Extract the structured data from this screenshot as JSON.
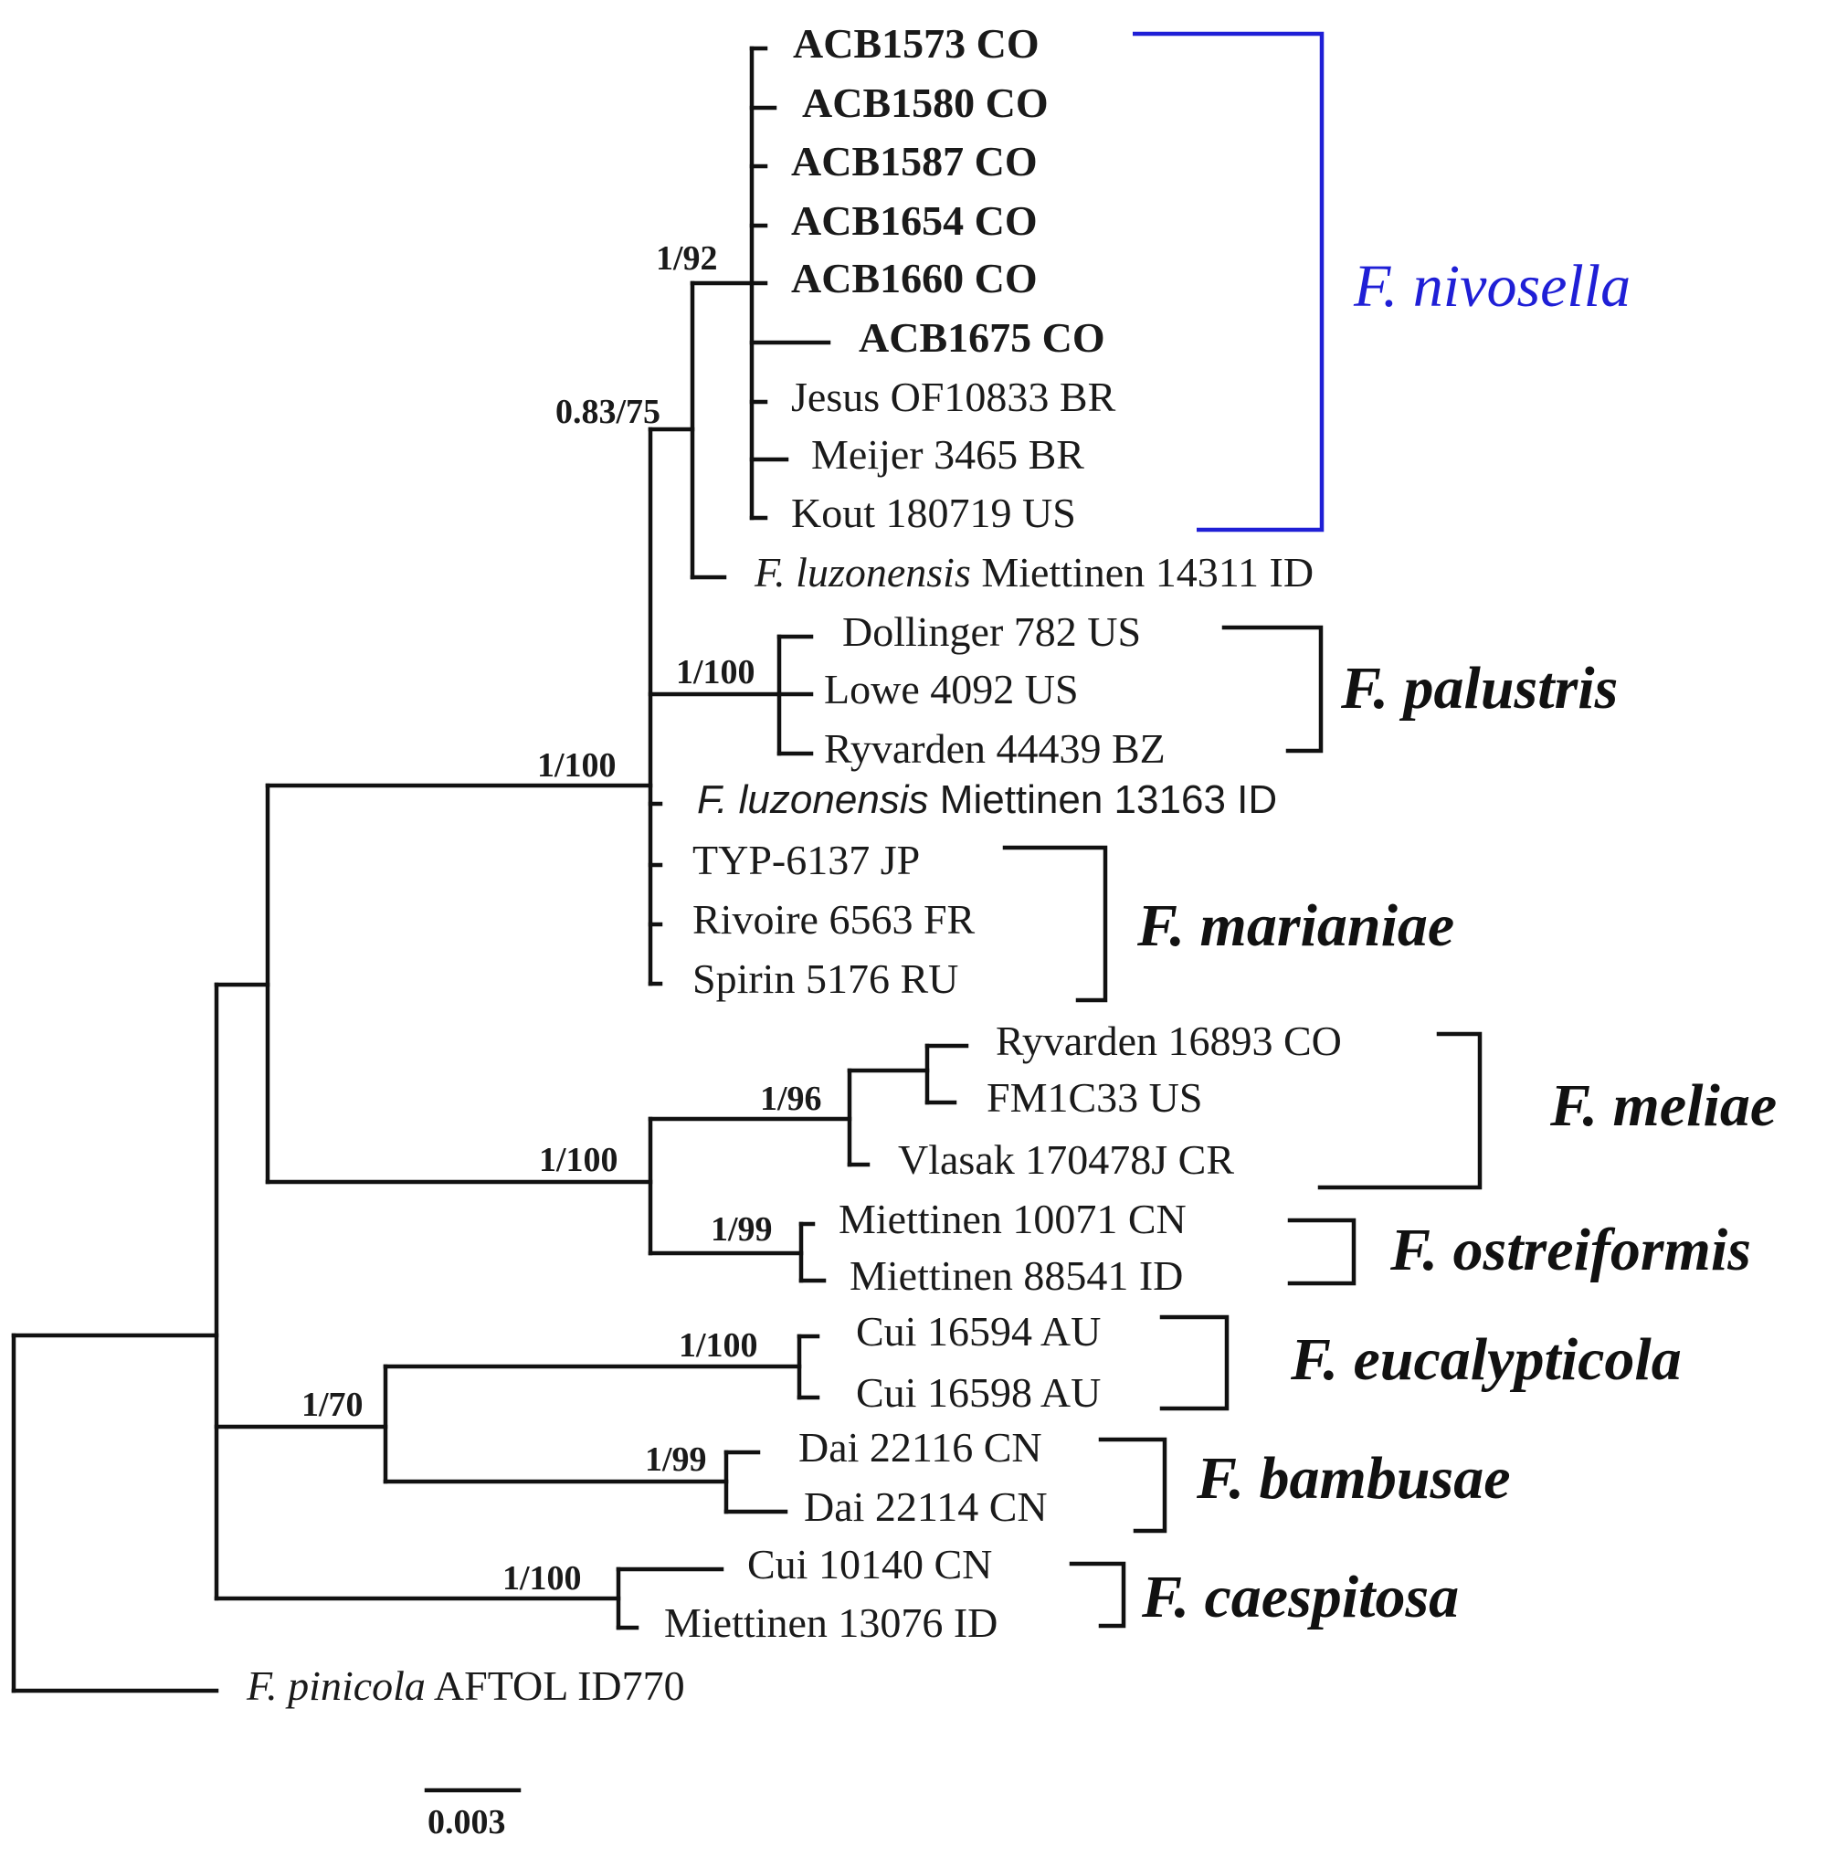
{
  "colors": {
    "branch": "#111111",
    "text": "#1a1a1a",
    "highlight": "#1f1fd6"
  },
  "taxa": {
    "t1": {
      "species": "",
      "label": "ACB1573 CO"
    },
    "t2": {
      "species": "",
      "label": "ACB1580 CO"
    },
    "t3": {
      "species": "",
      "label": "ACB1587 CO"
    },
    "t4": {
      "species": "",
      "label": "ACB1654 CO"
    },
    "t5": {
      "species": "",
      "label": "ACB1660 CO"
    },
    "t6": {
      "species": "",
      "label": "ACB1675 CO"
    },
    "t7": {
      "species": "",
      "label": "Jesus OF10833 BR"
    },
    "t8": {
      "species": "",
      "label": "Meijer 3465 BR"
    },
    "t9": {
      "species": "",
      "label": "Kout 180719 US"
    },
    "t10": {
      "species": "F. luzonensis",
      "label": "Miettinen 14311 ID"
    },
    "t11": {
      "species": "",
      "label": "Dollinger 782 US"
    },
    "t12": {
      "species": "",
      "label": "Lowe 4092 US"
    },
    "t13": {
      "species": "",
      "label": "Ryvarden 44439 BZ"
    },
    "t14": {
      "species": "F. luzonensis",
      "label": "Miettinen 13163 ID"
    },
    "t15": {
      "species": "",
      "label": "TYP-6137 JP"
    },
    "t16": {
      "species": "",
      "label": "Rivoire 6563 FR"
    },
    "t17": {
      "species": "",
      "label": "Spirin 5176 RU"
    },
    "t18": {
      "species": "",
      "label": "Ryvarden 16893 CO"
    },
    "t19": {
      "species": "",
      "label": "FM1C33 US"
    },
    "t20": {
      "species": "",
      "label": "Vlasak 170478J CR"
    },
    "t21": {
      "species": "",
      "label": "Miettinen 10071 CN"
    },
    "t22": {
      "species": "",
      "label": "Miettinen 88541 ID"
    },
    "t23": {
      "species": "",
      "label": "Cui 16594 AU"
    },
    "t24": {
      "species": "",
      "label": "Cui 16598 AU"
    },
    "t25": {
      "species": "",
      "label": "Dai 22116 CN"
    },
    "t26": {
      "species": "",
      "label": "Dai 22114 CN"
    },
    "t27": {
      "species": "",
      "label": "Cui 10140 CN"
    },
    "t28": {
      "species": "",
      "label": "Miettinen 13076 ID"
    },
    "t29": {
      "species": "F. pinicola",
      "label": "AFTOL ID770"
    }
  },
  "support": {
    "nivosella": "1/92",
    "nivosella_luzonensis": "0.83/75",
    "palustris": "1/100",
    "ingroup_a": "1/100",
    "meliae": "1/96",
    "meliae_ostreiformis": "1/100",
    "ostreiformis": "1/99",
    "eucalypticola": "1/100",
    "eucalypticola_bambusae": "1/70",
    "bambusae": "1/99",
    "caespitosa": "1/100"
  },
  "clades": {
    "nivosella": "F. nivosella",
    "palustris": "F. palustris",
    "marianiae": "F. marianiae",
    "meliae": "F. meliae",
    "ostreiformis": "F. ostreiformis",
    "eucalypticola": "F. eucalypticola",
    "bambusae": "F. bambusae",
    "caespitosa": "F. caespitosa"
  },
  "scale_bar": {
    "label": "0.003"
  }
}
